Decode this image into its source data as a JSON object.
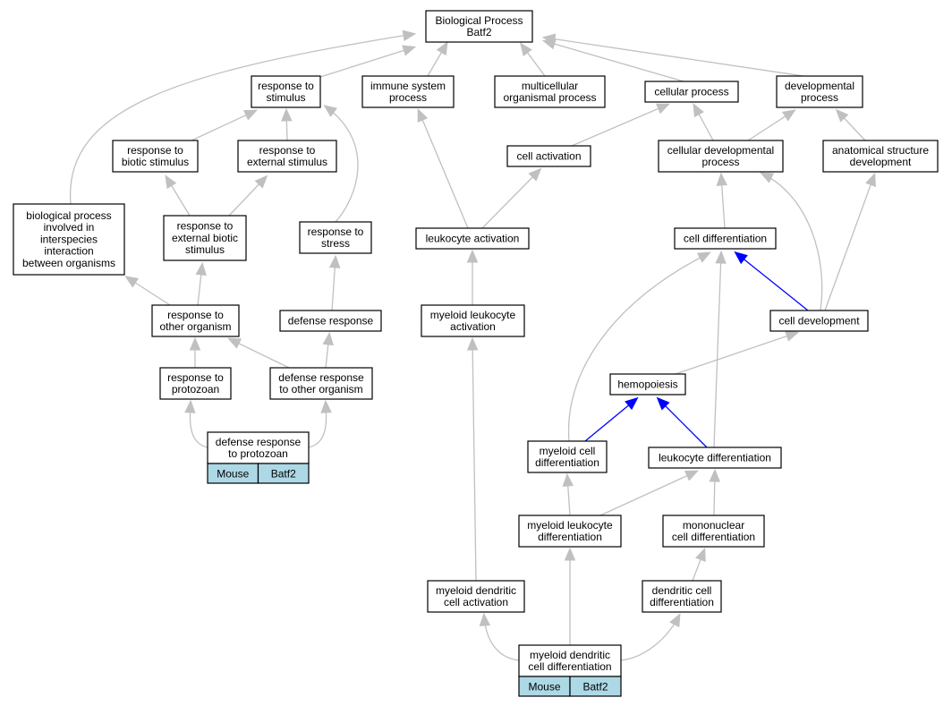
{
  "diagram": {
    "nodes": [
      {
        "id": "bp",
        "lines": [
          "Biological Process",
          "Batf2"
        ]
      },
      {
        "id": "rts",
        "lines": [
          "response to",
          "stimulus"
        ]
      },
      {
        "id": "isp",
        "lines": [
          "immune system",
          "process"
        ]
      },
      {
        "id": "mop",
        "lines": [
          "multicellular",
          "organismal process"
        ]
      },
      {
        "id": "cp",
        "lines": [
          "cellular process"
        ]
      },
      {
        "id": "dp",
        "lines": [
          "developmental",
          "process"
        ]
      },
      {
        "id": "rtbs",
        "lines": [
          "response to",
          "biotic stimulus"
        ]
      },
      {
        "id": "rtes",
        "lines": [
          "response to",
          "external stimulus"
        ]
      },
      {
        "id": "ca",
        "lines": [
          "cell activation"
        ]
      },
      {
        "id": "cdp",
        "lines": [
          "cellular developmental",
          "process"
        ]
      },
      {
        "id": "asd",
        "lines": [
          "anatomical structure",
          "development"
        ]
      },
      {
        "id": "bpii",
        "lines": [
          "biological process",
          "involved in",
          "interspecies",
          "interaction",
          "between organisms"
        ]
      },
      {
        "id": "rtebs",
        "lines": [
          "response to",
          "external biotic",
          "stimulus"
        ]
      },
      {
        "id": "rtstress",
        "lines": [
          "response to",
          "stress"
        ]
      },
      {
        "id": "la",
        "lines": [
          "leukocyte activation"
        ]
      },
      {
        "id": "cdiff",
        "lines": [
          "cell differentiation"
        ]
      },
      {
        "id": "rtoo",
        "lines": [
          "response to",
          "other organism"
        ]
      },
      {
        "id": "dr",
        "lines": [
          "defense response"
        ]
      },
      {
        "id": "mla",
        "lines": [
          "myeloid leukocyte",
          "activation"
        ]
      },
      {
        "id": "cdev",
        "lines": [
          "cell development"
        ]
      },
      {
        "id": "rtp",
        "lines": [
          "response to",
          "protozoan"
        ]
      },
      {
        "id": "drtoo",
        "lines": [
          "defense response",
          "to other organism"
        ]
      },
      {
        "id": "hemo",
        "lines": [
          "hemopoiesis"
        ]
      },
      {
        "id": "drtp",
        "lines": [
          "defense response",
          "to protozoan"
        ],
        "species": [
          "Mouse",
          "Batf2"
        ]
      },
      {
        "id": "mcd",
        "lines": [
          "myeloid cell",
          "differentiation"
        ]
      },
      {
        "id": "ld",
        "lines": [
          "leukocyte differentiation"
        ]
      },
      {
        "id": "mld",
        "lines": [
          "myeloid leukocyte",
          "differentiation"
        ]
      },
      {
        "id": "mncd",
        "lines": [
          "mononuclear",
          "cell differentiation"
        ]
      },
      {
        "id": "mdca",
        "lines": [
          "myeloid dendritic",
          "cell activation"
        ]
      },
      {
        "id": "dcd",
        "lines": [
          "dendritic cell",
          "differentiation"
        ]
      },
      {
        "id": "mdcd",
        "lines": [
          "myeloid dendritic",
          "cell differentiation"
        ],
        "species": [
          "Mouse",
          "Batf2"
        ]
      }
    ],
    "edges": [
      {
        "from": "rts",
        "to": "bp",
        "color": "gray"
      },
      {
        "from": "isp",
        "to": "bp",
        "color": "gray"
      },
      {
        "from": "mop",
        "to": "bp",
        "color": "gray"
      },
      {
        "from": "cp",
        "to": "bp",
        "color": "gray"
      },
      {
        "from": "dp",
        "to": "bp",
        "color": "gray"
      },
      {
        "from": "bpii",
        "to": "bp",
        "color": "gray"
      },
      {
        "from": "rtbs",
        "to": "rts",
        "color": "gray"
      },
      {
        "from": "rtes",
        "to": "rts",
        "color": "gray"
      },
      {
        "from": "rtstress",
        "to": "rts",
        "color": "gray"
      },
      {
        "from": "rtebs",
        "to": "rtbs",
        "color": "gray"
      },
      {
        "from": "rtebs",
        "to": "rtes",
        "color": "gray"
      },
      {
        "from": "rtoo",
        "to": "bpii",
        "color": "gray"
      },
      {
        "from": "rtoo",
        "to": "rtebs",
        "color": "gray"
      },
      {
        "from": "dr",
        "to": "rtstress",
        "color": "gray"
      },
      {
        "from": "rtp",
        "to": "rtoo",
        "color": "gray"
      },
      {
        "from": "drtoo",
        "to": "rtoo",
        "color": "gray"
      },
      {
        "from": "drtoo",
        "to": "dr",
        "color": "gray"
      },
      {
        "from": "drtp",
        "to": "rtp",
        "color": "gray"
      },
      {
        "from": "drtp",
        "to": "drtoo",
        "color": "gray"
      },
      {
        "from": "la",
        "to": "isp",
        "color": "gray"
      },
      {
        "from": "la",
        "to": "ca",
        "color": "gray"
      },
      {
        "from": "ca",
        "to": "cp",
        "color": "gray"
      },
      {
        "from": "mla",
        "to": "la",
        "color": "gray"
      },
      {
        "from": "mdca",
        "to": "mla",
        "color": "gray"
      },
      {
        "from": "cdp",
        "to": "cp",
        "color": "gray"
      },
      {
        "from": "cdp",
        "to": "dp",
        "color": "gray"
      },
      {
        "from": "asd",
        "to": "dp",
        "color": "gray"
      },
      {
        "from": "cdiff",
        "to": "cdp",
        "color": "gray"
      },
      {
        "from": "cdev",
        "to": "cdp",
        "color": "gray"
      },
      {
        "from": "cdev",
        "to": "asd",
        "color": "gray"
      },
      {
        "from": "cdev",
        "to": "cdiff",
        "color": "blue"
      },
      {
        "from": "hemo",
        "to": "cdev",
        "color": "gray"
      },
      {
        "from": "mcd",
        "to": "cdiff",
        "color": "gray"
      },
      {
        "from": "ld",
        "to": "cdiff",
        "color": "gray"
      },
      {
        "from": "mcd",
        "to": "hemo",
        "color": "blue"
      },
      {
        "from": "ld",
        "to": "hemo",
        "color": "blue"
      },
      {
        "from": "mld",
        "to": "mcd",
        "color": "gray"
      },
      {
        "from": "mld",
        "to": "ld",
        "color": "gray"
      },
      {
        "from": "mncd",
        "to": "ld",
        "color": "gray"
      },
      {
        "from": "dcd",
        "to": "mncd",
        "color": "gray"
      },
      {
        "from": "mdcd",
        "to": "mdca",
        "color": "gray"
      },
      {
        "from": "mdcd",
        "to": "mld",
        "color": "gray"
      },
      {
        "from": "mdcd",
        "to": "dcd",
        "color": "gray"
      }
    ]
  },
  "colors": {
    "edge_gray": "#c0c0c0",
    "edge_blue": "#0000ff",
    "species_fill": "#add8e6"
  }
}
